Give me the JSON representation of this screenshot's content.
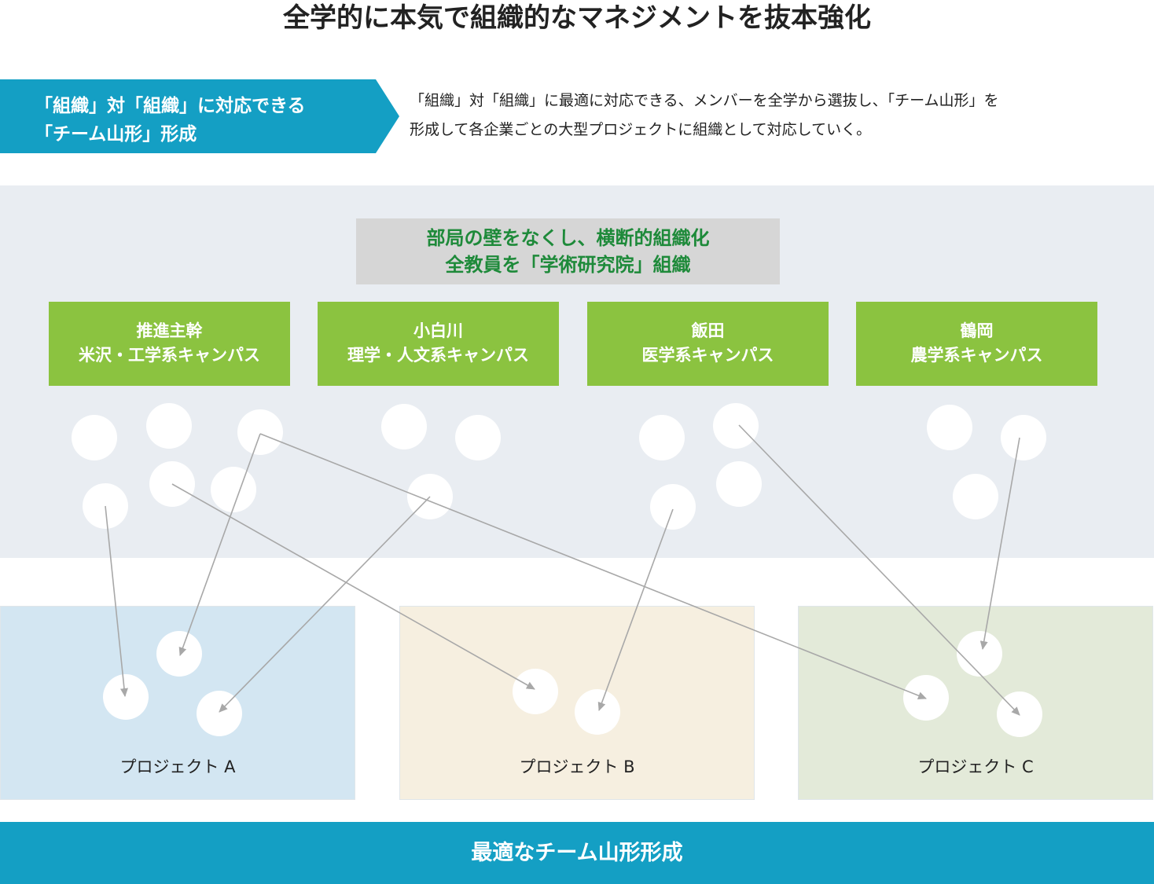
{
  "title": "全学的に本気で組織的なマネジメントを抜本強化",
  "banner": {
    "line1": "「組織」対「組織」に対応できる",
    "line2": "「チーム山形」形成"
  },
  "description": {
    "line1": "「組織」対「組織」に最適に対応できる、メンバーを全学から選抜し、「チーム山形」を",
    "line2": "形成して各企業ごとの大型プロジェクトに組織として対応していく。"
  },
  "center_box": {
    "line1": "部局の壁をなくし、横断的組織化",
    "line2": "全教員を「学術研究院」組織"
  },
  "campuses": [
    {
      "line1": "推進主幹",
      "line2": "米沢・工学系キャンパス"
    },
    {
      "line1": "小白川",
      "line2": "理学・人文系キャンパス"
    },
    {
      "line1": "飯田",
      "line2": "医学系キャンパス"
    },
    {
      "line1": "鶴岡",
      "line2": "農学系キャンパス"
    }
  ],
  "projects": [
    {
      "label": "プロジェクト A"
    },
    {
      "label": "プロジェクト B"
    },
    {
      "label": "プロジェクト C"
    }
  ],
  "bottom_bar": "最適なチーム山形形成",
  "colors": {
    "banner": "#149fc4",
    "campus": "#8bc340",
    "panel": "#e9edf2",
    "center_text": "#1e8a3a",
    "project_a": "#d3e6f2",
    "project_b": "#f6efe0",
    "project_c": "#e3ead9",
    "arrow": "#a8a8a8"
  }
}
